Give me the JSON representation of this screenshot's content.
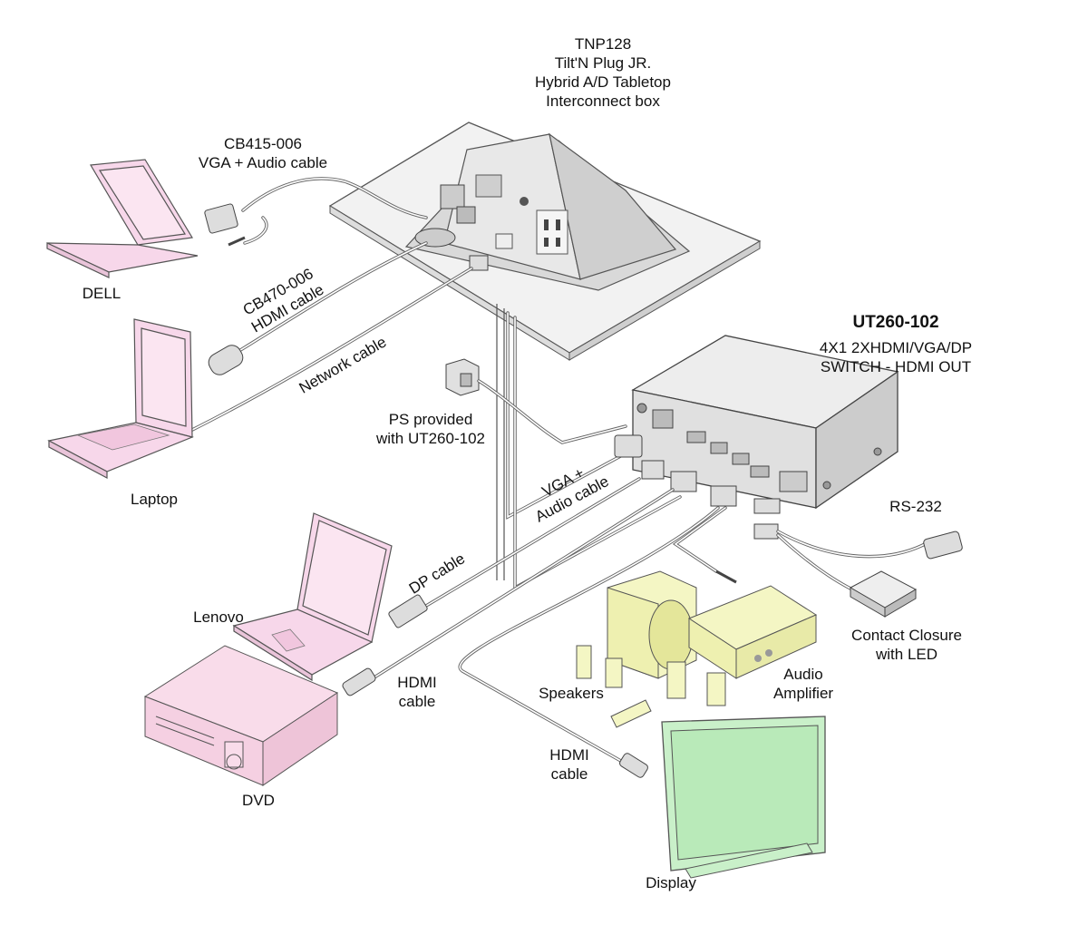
{
  "labels": {
    "tnp_model": "TNP128",
    "tnp_name": "Tilt'N Plug JR.",
    "tnp_desc1": "Hybrid A/D Tabletop",
    "tnp_desc2": "Interconnect box",
    "cb415_model": "CB415-006",
    "cb415_desc": "VGA + Audio cable",
    "dell": "DELL",
    "cb470_model": "CB470-006",
    "cb470_desc": "HDMI cable",
    "network_cable": "Network cable",
    "laptop": "Laptop",
    "ut_model": "UT260-102",
    "ut_desc1": "4X1 2XHDMI/VGA/DP",
    "ut_desc2": "SWITCH - HDMI OUT",
    "ps_line1": "PS provided",
    "ps_line2": "with UT260-102",
    "vga_line1": "VGA +",
    "vga_line2": "Audio cable",
    "rs232": "RS-232",
    "dp_cable": "DP cable",
    "lenovo": "Lenovo",
    "hdmi1_line1": "HDMI",
    "hdmi1_line2": "cable",
    "speakers": "Speakers",
    "audio_line1": "Audio",
    "audio_line2": "Amplifier",
    "contact_line1": "Contact Closure",
    "contact_line2": "with LED",
    "hdmi2_line1": "HDMI",
    "hdmi2_line2": "cable",
    "dvd": "DVD",
    "display": "Display"
  },
  "colors": {
    "laptop_fill": "#f7d7ea",
    "dvd_fill": "#f9dcea",
    "speaker_fill": "#f4f6c4",
    "display_fill": "#c9f0c9",
    "table_fill": "#f2f2f2",
    "switch_fill": "#e6e6e6",
    "outline": "#555555"
  }
}
